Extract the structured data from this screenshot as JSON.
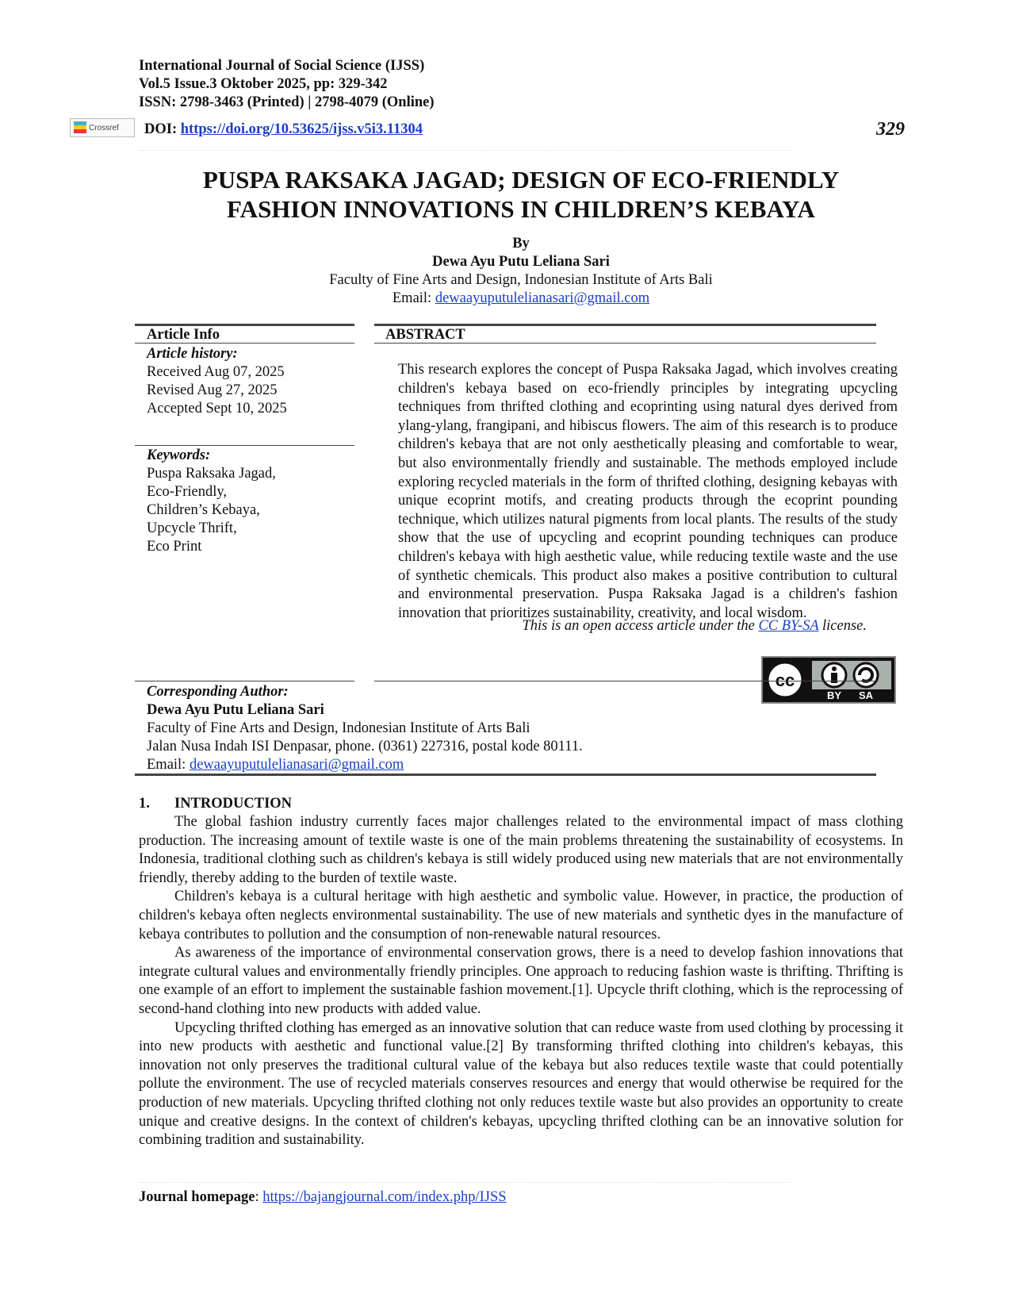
{
  "header": {
    "journal": "International Journal of Social Science (IJSS)",
    "volume": "Vol.5 Issue.3 Oktober 2025, pp: 329-342",
    "issn": "ISSN: 2798-3463 (Printed) | 2798-4079 (Online)",
    "crossref_label": "Crossref",
    "doi_label": "DOI:",
    "doi_url": "https://doi.org/10.53625/ijss.v5i3.11304",
    "page_number": "329"
  },
  "title_line1": "PUSPA RAKSAKA JAGAD; DESIGN OF ECO-FRIENDLY",
  "title_line2": "FASHION INNOVATIONS IN CHILDREN’S KEBAYA",
  "byline": {
    "by": "By",
    "author": "Dewa Ayu Putu Leliana Sari",
    "affiliation": "Faculty of Fine Arts and Design, Indonesian Institute of Arts Bali",
    "email_label": "Email:",
    "email": "dewaayuputulelianasari@gmail.com"
  },
  "article_info": {
    "heading": "Article Info",
    "history_heading": "Article history:",
    "received": "Received Aug 07, 2025",
    "revised": "Revised Aug 27, 2025",
    "accepted": "Accepted Sept 10, 2025",
    "keywords_heading": "Keywords:",
    "keywords": [
      "Puspa Raksaka Jagad,",
      "Eco-Friendly,",
      "Children’s Kebaya,",
      "Upcycle Thrift,",
      "Eco Print"
    ]
  },
  "abstract": {
    "heading": "ABSTRACT",
    "text": "This research explores the concept of Puspa Raksaka Jagad, which involves creating children's kebaya based on eco-friendly principles by integrating upcycling techniques from thrifted clothing and ecoprinting using natural dyes derived from ylang-ylang, frangipani, and hibiscus flowers. The aim of this research is to produce children's kebaya that are not only aesthetically pleasing and comfortable to wear, but also environmentally friendly and sustainable. The methods employed include exploring recycled materials in the form of thrifted clothing, designing kebayas with unique ecoprint motifs, and creating products through the ecoprint pounding technique, which utilizes natural pigments from local plants. The results of the study show that the use of upcycling and ecoprint pounding techniques can produce children's kebaya with high aesthetic value, while reducing textile waste and the use of synthetic chemicals. This product also makes a positive contribution to cultural and environmental preservation. Puspa Raksaka Jagad is a children's fashion innovation that prioritizes sustainability, creativity, and local wisdom.",
    "license_prefix": "This is an open access article under the",
    "license_link": "CC BY-SA",
    "license_suffix": "license.",
    "badge_by": "BY",
    "badge_sa": "SA"
  },
  "corresponding": {
    "heading": "Corresponding Author:",
    "name": "Dewa Ayu Putu Leliana Sari",
    "affiliation": "Faculty of Fine Arts and Design, Indonesian Institute of Arts Bali",
    "address": "Jalan Nusa Indah ISI Denpasar, phone. (0361) 227316, postal kode 80111.",
    "email_label": "Email:",
    "email": "dewaayuputulelianasari@gmail.com"
  },
  "intro": {
    "number": "1.",
    "heading": "INTRODUCTION",
    "paragraphs": [
      "The global fashion industry currently faces major challenges related to the environmental impact of mass clothing production. The increasing amount of textile waste is one of the main problems threatening the sustainability of ecosystems. In Indonesia, traditional clothing such as children's kebaya is still widely produced using new materials that are not environmentally friendly, thereby adding to the burden of textile waste.",
      "Children's kebaya is a cultural heritage with high aesthetic and symbolic value. However, in practice, the production of children's kebaya often neglects environmental sustainability. The use of new materials and synthetic dyes in the manufacture of kebaya contributes to pollution and the consumption of non-renewable natural resources.",
      "As awareness of the importance of environmental conservation grows, there is a need to develop fashion innovations that integrate cultural values and environmentally friendly principles. One approach to reducing fashion waste is thrifting. Thrifting is one example of an effort to implement the sustainable fashion movement.[1]. Upcycle thrift clothing, which is the reprocessing of second-hand clothing into new products with added value.",
      "Upcycling thrifted clothing has emerged as an innovative solution that can reduce waste from used clothing by processing it into new products with aesthetic and functional value.[2] By transforming thrifted clothing into children's kebayas, this innovation not only preserves the traditional cultural value of the kebaya but also reduces textile waste that could potentially pollute the environment. The use of recycled materials conserves resources and energy that would otherwise be required for the production of new materials. Upcycling thrifted clothing not only reduces textile waste but also provides an opportunity to create unique and creative designs. In the context of children's kebayas, upcycling thrifted clothing can be an innovative solution for combining tradition and sustainability."
    ]
  },
  "footer": {
    "label": "Journal homepage",
    "sep": ":",
    "url": "https://bajangjournal.com/index.php/IJSS"
  }
}
